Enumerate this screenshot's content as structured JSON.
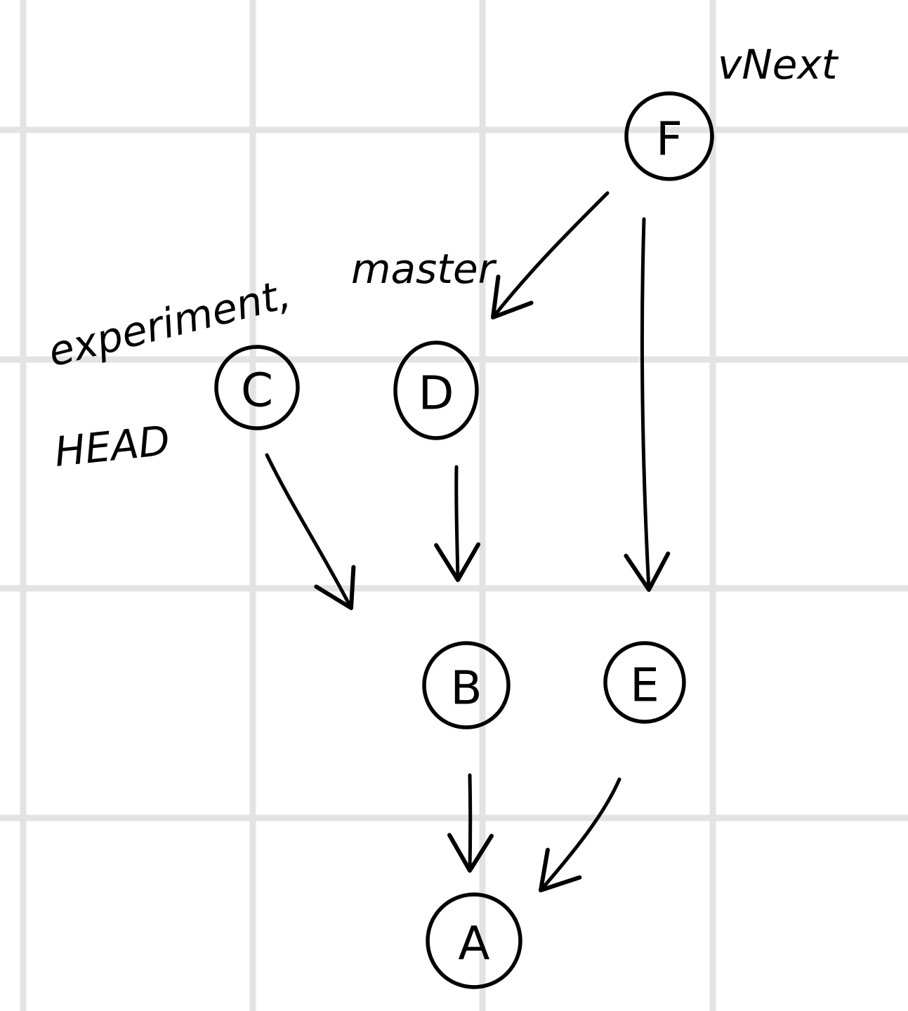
{
  "diagram": {
    "nodes": [
      {
        "id": "A",
        "label": "A"
      },
      {
        "id": "B",
        "label": "B"
      },
      {
        "id": "C",
        "label": "C"
      },
      {
        "id": "D",
        "label": "D"
      },
      {
        "id": "E",
        "label": "E"
      },
      {
        "id": "F",
        "label": "F"
      }
    ],
    "edges": [
      {
        "from": "F",
        "to": "D"
      },
      {
        "from": "F",
        "to": "E"
      },
      {
        "from": "C",
        "to": "B"
      },
      {
        "from": "D",
        "to": "B"
      },
      {
        "from": "B",
        "to": "A"
      },
      {
        "from": "E",
        "to": "A"
      }
    ],
    "refs": {
      "vnext": "vNext",
      "master": "master",
      "experiment": "experiment,",
      "head": "HEAD"
    }
  }
}
